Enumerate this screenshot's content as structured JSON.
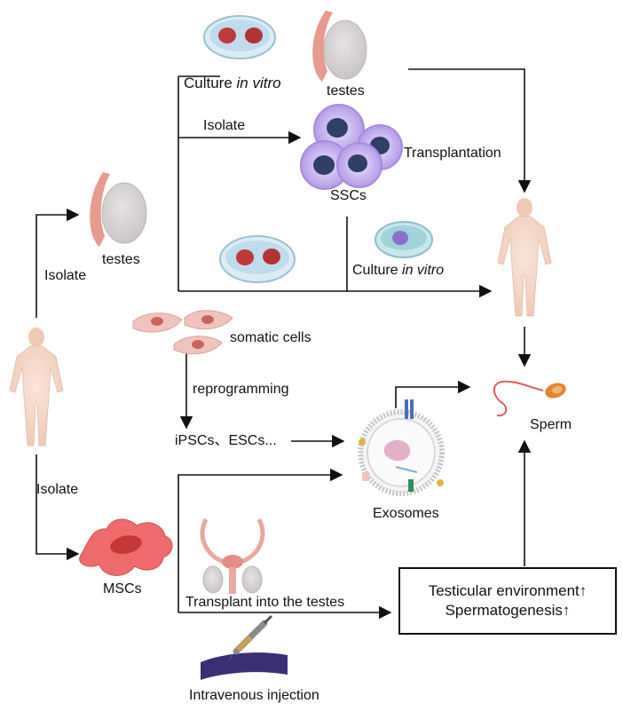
{
  "labels": {
    "culture_top_prefix": "Culture ",
    "culture_top_italic": "in vitro",
    "testes_top": "testes",
    "isolate_top": "Isolate",
    "transplantation": "Transplantation",
    "sscs": "SSCs",
    "testes_left": "testes",
    "isolate_left": "Isolate",
    "culture_mid_prefix": "Culture ",
    "culture_mid_italic": "in vitro",
    "somatic_cells": "somatic cells",
    "reprogramming": "reprogramming",
    "ipscs": "iPSCs、ESCs...",
    "isolate_bottom": "Isolate",
    "mscs": "MSCs",
    "exosomes": "Exosomes",
    "sperm": "Sperm",
    "transplant_testes": "Transplant into the testes",
    "intravenous": "Intravenous injection"
  },
  "result_box": {
    "line1": "Testicular environment↑",
    "line2": "Spermatogenesis↑"
  },
  "colors": {
    "line": "#111111",
    "skin": "#f6d9c9",
    "testis_body": "#d7d4d4",
    "testis_epididymis": "#e89a8e",
    "ssc_membrane": "#c9b6f2",
    "ssc_nucleus": "#35466f",
    "dish": "#cfe6f2",
    "tissue": "#c0393b",
    "msc": "#ef6a6a",
    "sperm_head": "#e2862f",
    "exosome_ring": "#b8b8b8"
  },
  "icons": [
    "petri-dish-icon",
    "testis-icon",
    "ssc-cluster-icon",
    "human-figure-icon",
    "somatic-cell-icon",
    "msc-cell-icon",
    "exosome-icon",
    "sperm-icon",
    "reproductive-tract-icon",
    "syringe-icon"
  ]
}
